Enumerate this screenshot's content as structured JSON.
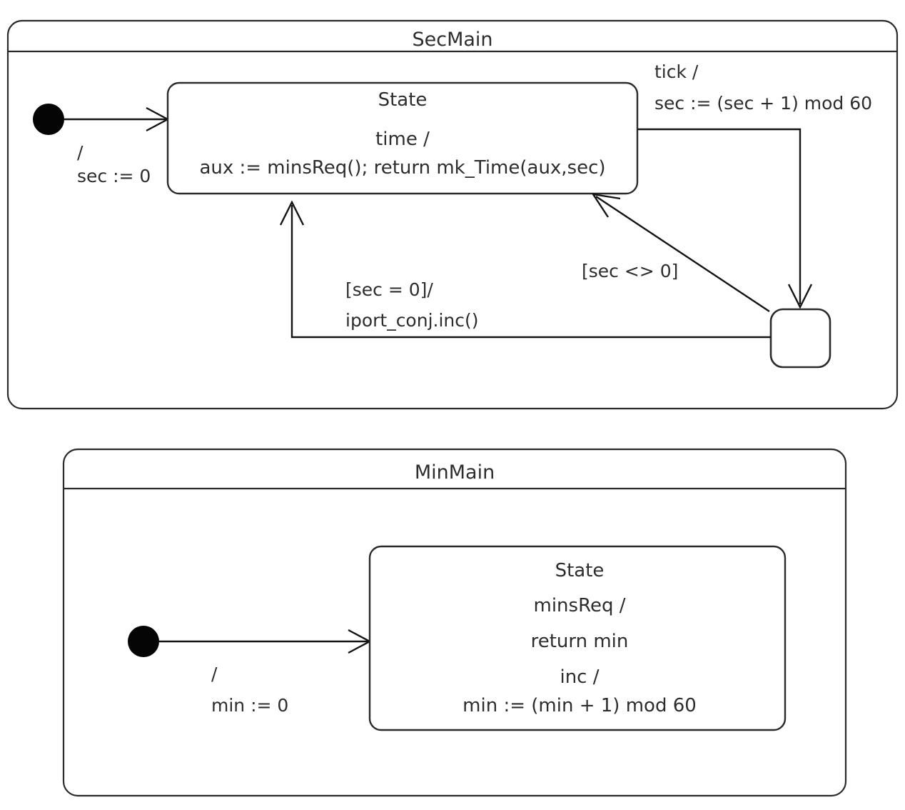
{
  "diagram": {
    "kind": "uml-state-machine",
    "regions": [
      {
        "id": "secmain",
        "title": "SecMain",
        "initial_pseudostate": "initial",
        "state": {
          "name": "State",
          "lines": [
            "time /",
            "aux := minsReq(); return mk_Time(aux,sec)"
          ]
        },
        "junction": "junction",
        "transitions": [
          {
            "id": "init-to-state",
            "lines": [
              "/",
              "sec := 0"
            ]
          },
          {
            "id": "state-to-junction",
            "lines": [
              "tick /",
              "sec := (sec + 1) mod 60"
            ]
          },
          {
            "id": "junction-to-state-neq",
            "lines": [
              "[sec <> 0]"
            ]
          },
          {
            "id": "junction-to-state-eq",
            "lines": [
              "[sec = 0]/",
              "iport_conj.inc()"
            ]
          }
        ]
      },
      {
        "id": "minmain",
        "title": "MinMain",
        "initial_pseudostate": "initial",
        "state": {
          "name": "State",
          "lines": [
            "minsReq /",
            "return min",
            "inc /",
            "min := (min + 1) mod 60"
          ]
        },
        "transitions": [
          {
            "id": "init-to-state",
            "lines": [
              "/",
              "min := 0"
            ]
          }
        ]
      }
    ]
  },
  "colors": {
    "stroke": "#2b2b2b",
    "text": "#2d2d2d",
    "fill": "#ffffff",
    "initial_dot": "#050505"
  }
}
